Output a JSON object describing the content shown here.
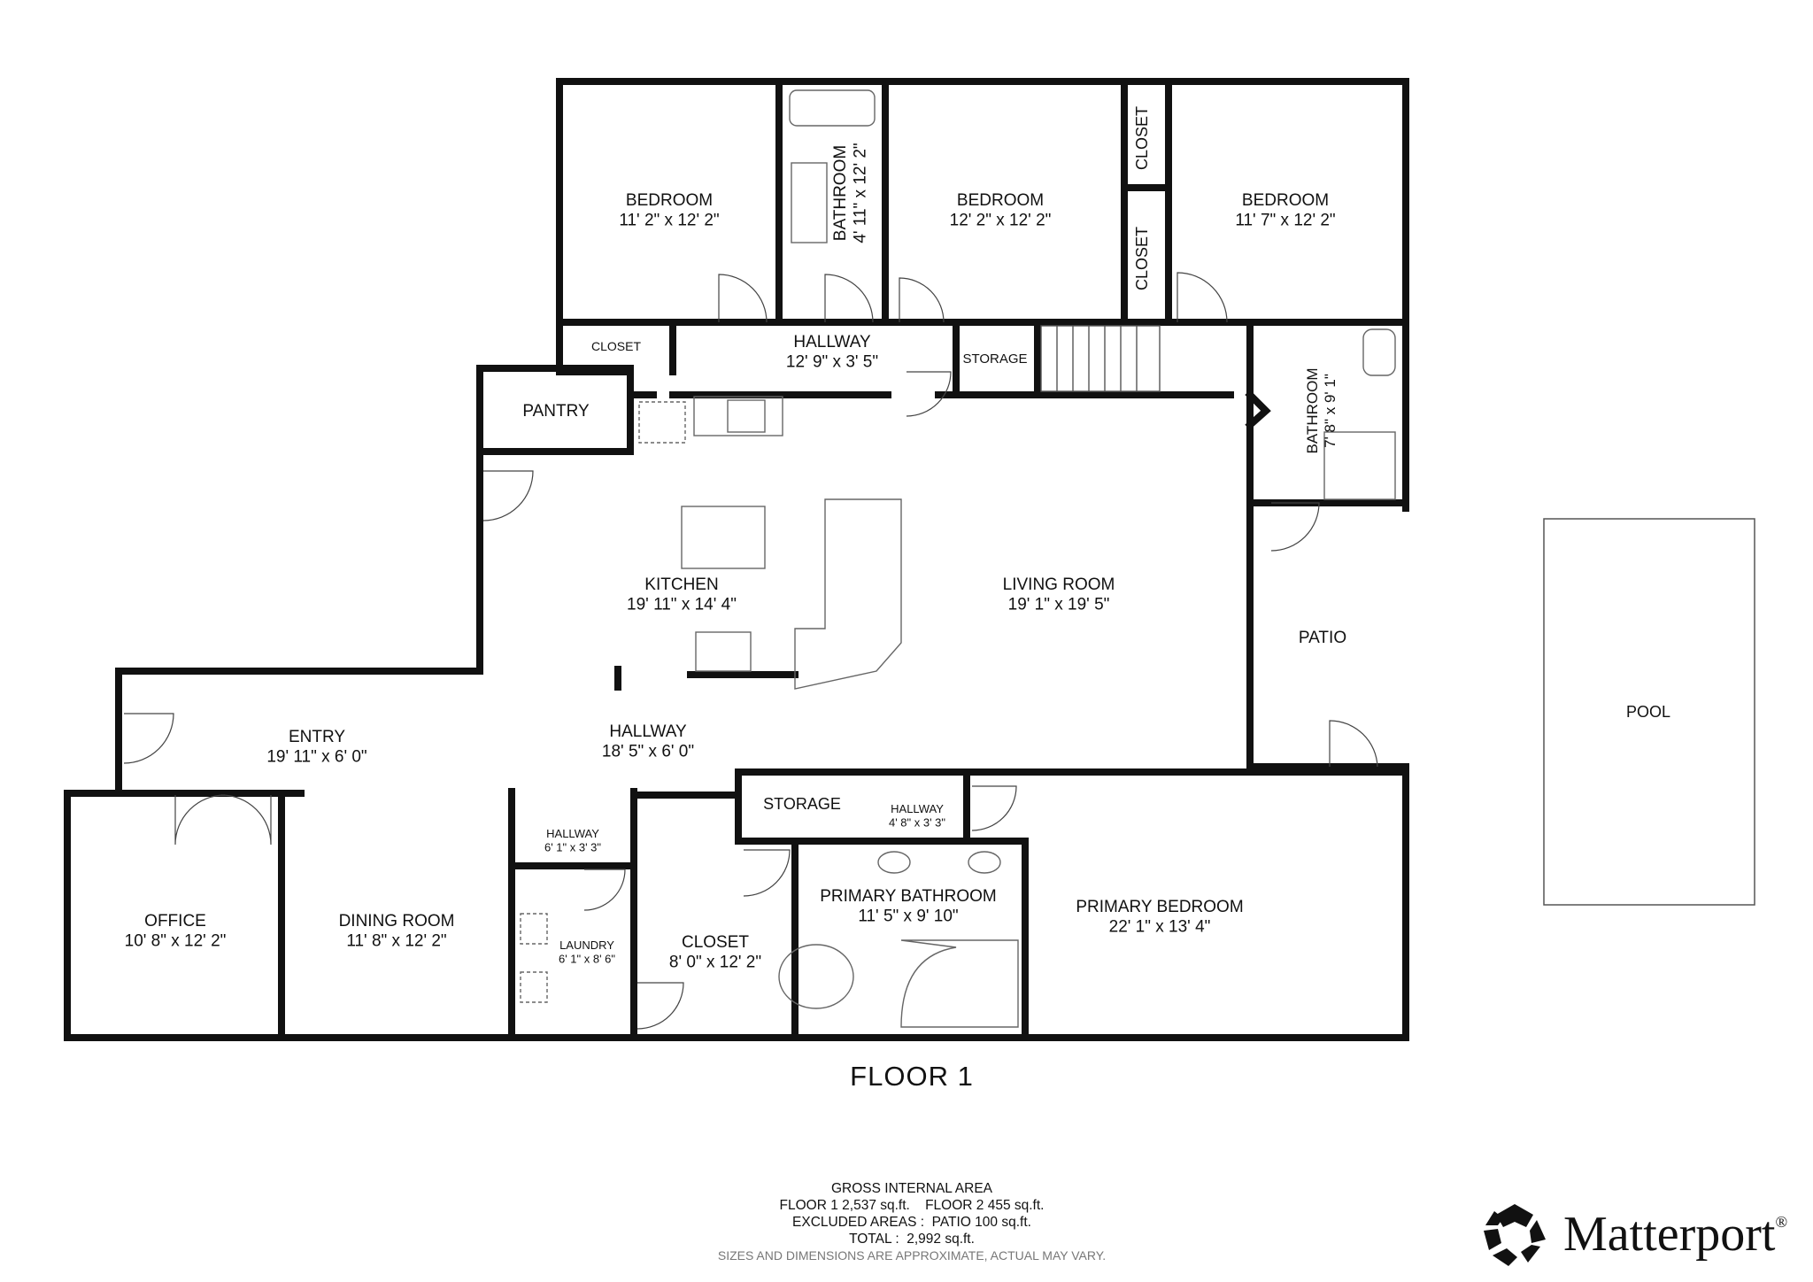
{
  "rooms": [
    {
      "id": "bedroom-1",
      "name": "BEDROOM",
      "dims": "11' 2\" x 12' 2\""
    },
    {
      "id": "bathroom-1",
      "name": "BATHROOM",
      "dims": "4' 11\" x 12' 2\""
    },
    {
      "id": "bedroom-2",
      "name": "BEDROOM",
      "dims": "12' 2\" x 12' 2\""
    },
    {
      "id": "closet-a",
      "name": "CLOSET",
      "dims": ""
    },
    {
      "id": "closet-b",
      "name": "CLOSET",
      "dims": ""
    },
    {
      "id": "bedroom-3",
      "name": "BEDROOM",
      "dims": "11' 7\" x 12' 2\""
    },
    {
      "id": "closet-c",
      "name": "CLOSET",
      "dims": ""
    },
    {
      "id": "hallway-top",
      "name": "HALLWAY",
      "dims": "12' 9\" x 3' 5\""
    },
    {
      "id": "storage-top",
      "name": "STORAGE",
      "dims": ""
    },
    {
      "id": "bathroom-2",
      "name": "BATHROOM",
      "dims": "7' 8\" x 9' 1\""
    },
    {
      "id": "pantry",
      "name": "PANTRY",
      "dims": ""
    },
    {
      "id": "kitchen",
      "name": "KITCHEN",
      "dims": "19' 11\" x 14' 4\""
    },
    {
      "id": "living-room",
      "name": "LIVING ROOM",
      "dims": "19' 1\" x 19' 5\""
    },
    {
      "id": "patio",
      "name": "PATIO",
      "dims": ""
    },
    {
      "id": "pool",
      "name": "POOL",
      "dims": ""
    },
    {
      "id": "entry",
      "name": "ENTRY",
      "dims": "19' 11\" x 6' 0\""
    },
    {
      "id": "hallway-main",
      "name": "HALLWAY",
      "dims": "18' 5\" x 6' 0\""
    },
    {
      "id": "storage-mid",
      "name": "STORAGE",
      "dims": ""
    },
    {
      "id": "hallway-small-right",
      "name": "HALLWAY",
      "dims": "4' 8\" x 3' 3\""
    },
    {
      "id": "hallway-small-left",
      "name": "HALLWAY",
      "dims": "6' 1\" x 3' 3\""
    },
    {
      "id": "office",
      "name": "OFFICE",
      "dims": "10' 8\" x 12' 2\""
    },
    {
      "id": "dining-room",
      "name": "DINING ROOM",
      "dims": "11' 8\" x 12' 2\""
    },
    {
      "id": "laundry",
      "name": "LAUNDRY",
      "dims": "6' 1\" x 8' 6\""
    },
    {
      "id": "closet-mid",
      "name": "CLOSET",
      "dims": "8' 0\" x 12' 2\""
    },
    {
      "id": "primary-bathroom",
      "name": "PRIMARY BATHROOM",
      "dims": "11' 5\" x 9' 10\""
    },
    {
      "id": "primary-bedroom",
      "name": "PRIMARY BEDROOM",
      "dims": "22' 1\" x 13' 4\""
    }
  ],
  "floor_title": "FLOOR 1",
  "area_summary": {
    "heading": "GROSS INTERNAL AREA",
    "line1": "FLOOR 1 2,537 sq.ft.    FLOOR 2 455 sq.ft.",
    "line2": "EXCLUDED AREAS :  PATIO 100 sq.ft.",
    "line3": "TOTAL :  2,992 sq.ft.",
    "note": "SIZES AND DIMENSIONS ARE APPROXIMATE, ACTUAL MAY VARY."
  },
  "brand": {
    "name": "Matterport",
    "mark": "®",
    "icon": "matterport-logo-icon"
  }
}
